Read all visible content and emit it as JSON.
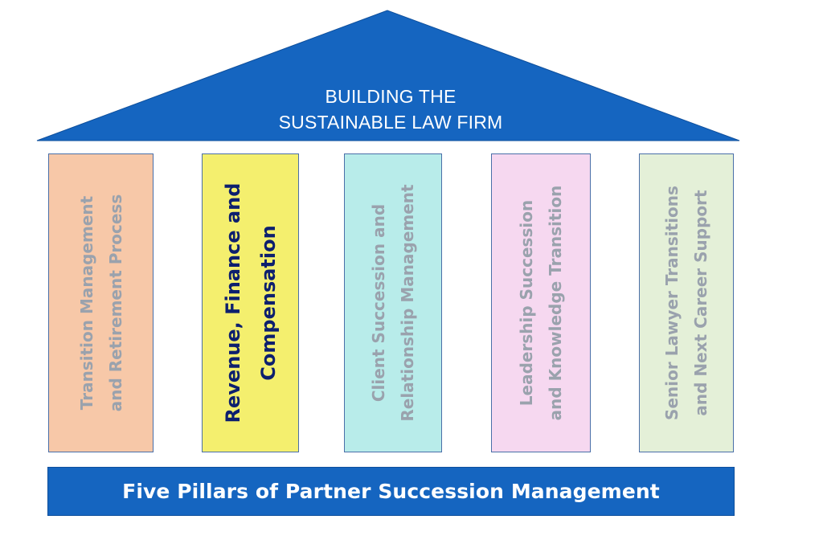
{
  "roof": {
    "title_lines": [
      "BUILDING THE",
      "SUSTAINABLE LAW FIRM"
    ],
    "color": "#1565c0",
    "text_color": "#ffffff"
  },
  "pillars": [
    {
      "lines": [
        "Transition Management",
        "and Retirement Process"
      ],
      "fill": "#f7c8a8",
      "text_color": "#9aa2ad"
    },
    {
      "lines": [
        "Revenue, Finance and",
        "Compensation"
      ],
      "fill": "#f4ef6e",
      "text_color": "#0d1f6e"
    },
    {
      "lines": [
        "Client Succession and",
        "Relationship Management"
      ],
      "fill": "#b8ecea",
      "text_color": "#9aa2ad"
    },
    {
      "lines": [
        "Leadership Succession",
        "and Knowledge Transition"
      ],
      "fill": "#f6d8f0",
      "text_color": "#9aa2ad"
    },
    {
      "lines": [
        "Senior Lawyer Transitions",
        "and Next Career Support"
      ],
      "fill": "#e4f0d8",
      "text_color": "#9aa2ad"
    }
  ],
  "base": {
    "title": "Five Pillars of Partner Succession Management",
    "color": "#1565c0",
    "text_color": "#ffffff"
  }
}
